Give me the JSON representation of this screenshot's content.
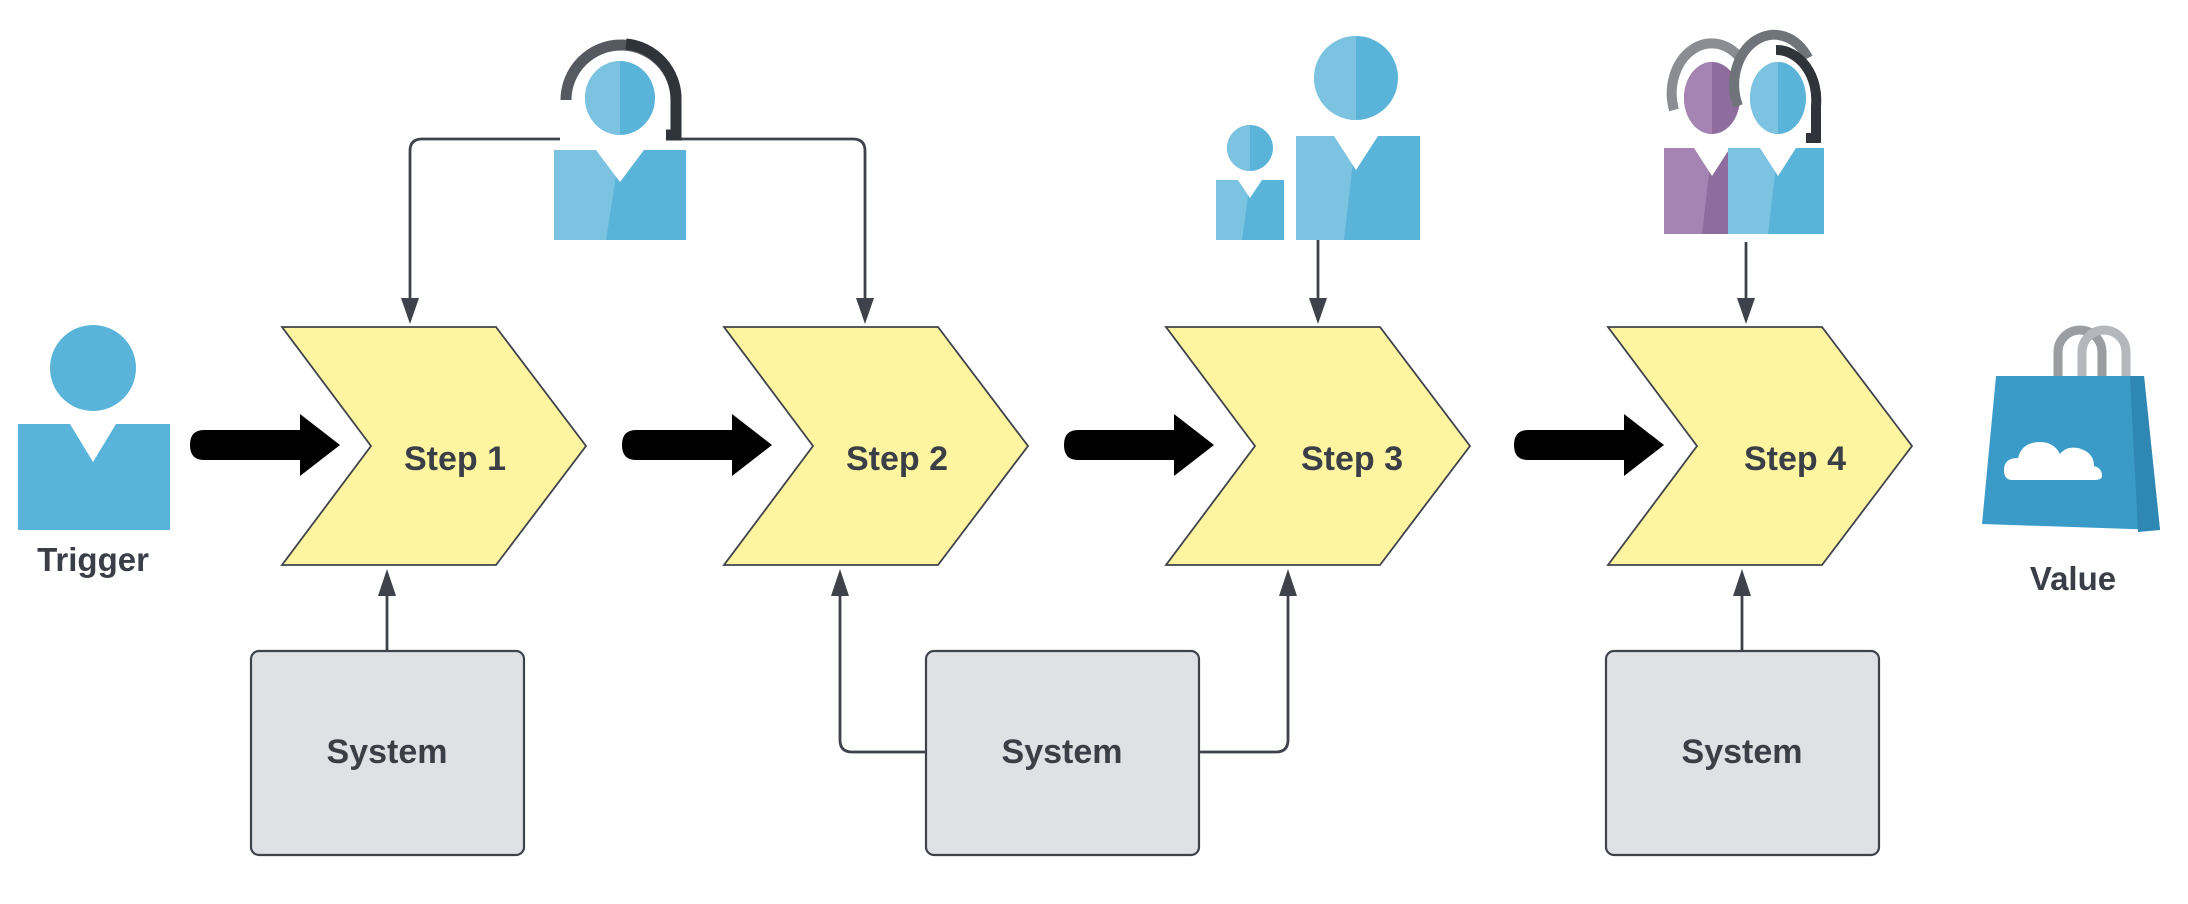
{
  "trigger": {
    "label": "Trigger",
    "icon": "person-icon"
  },
  "value": {
    "label": "Value",
    "icon": "cloud-shopping-bag-icon"
  },
  "steps": [
    {
      "label": "Step 1",
      "actor_icon": "support-agent-headset-icon"
    },
    {
      "label": "Step 2",
      "actor_icon": "support-agent-headset-icon"
    },
    {
      "label": "Step 3",
      "actor_icon": "parent-child-people-icon"
    },
    {
      "label": "Step 4",
      "actor_icon": "two-agents-headsets-icon"
    }
  ],
  "systems": [
    {
      "label": "System",
      "feeds": [
        "Step 1"
      ]
    },
    {
      "label": "System",
      "feeds": [
        "Step 2",
        "Step 3"
      ]
    },
    {
      "label": "System",
      "feeds": [
        "Step 4"
      ]
    }
  ],
  "colors": {
    "person_blue": "#5ab4d9",
    "person_blue_light": "#7cc3e2",
    "bag_blue": "#3a9bc9",
    "purple": "#8e6c9e",
    "step_fill": "#fff5a0",
    "system_fill": "#dfe1e5",
    "arrow_black": "#000000",
    "connector": "#3e434b",
    "text": "#3a3f47"
  }
}
